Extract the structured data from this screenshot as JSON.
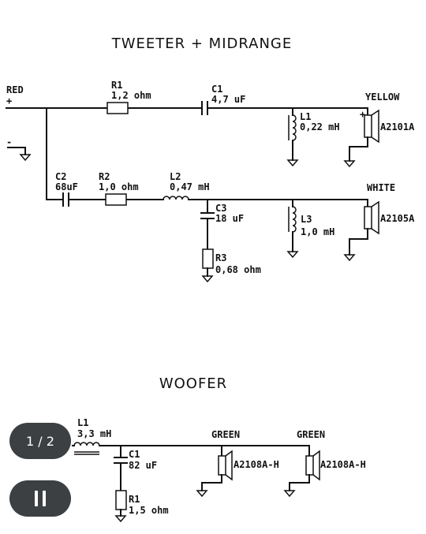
{
  "viewer": {
    "page_indicator": "1 / 2"
  },
  "tweeter": {
    "title": "TWEETER  +  MIDRANGE",
    "input_pos_label": "RED",
    "plus": "+",
    "minus": "-",
    "r1": {
      "name": "R1",
      "value": "1,2 ohm"
    },
    "c1": {
      "name": "C1",
      "value": "4,7 uF"
    },
    "l1": {
      "name": "L1",
      "value": "0,22 mH"
    },
    "tweeter_label": "YELLOW",
    "tweeter_model": "A2101A",
    "c2": {
      "name": "C2",
      "value": "68uF"
    },
    "r2": {
      "name": "R2",
      "value": "1,0 ohm"
    },
    "l2": {
      "name": "L2",
      "value": "0,47 mH"
    },
    "c3": {
      "name": "C3",
      "value": "18 uF"
    },
    "r3": {
      "name": "R3",
      "value": "0,68 ohm"
    },
    "l3": {
      "name": "L3",
      "value": "1,0 mH"
    },
    "mid_label": "WHITE",
    "mid_model": "A2105A"
  },
  "woofer": {
    "title": "WOOFER",
    "l1": {
      "name": "L1",
      "value": "3,3 mH"
    },
    "c1": {
      "name": "C1",
      "value": "82 uF"
    },
    "r1": {
      "name": "R1",
      "value": "1,5 ohm"
    },
    "woofer1_label": "GREEN",
    "woofer1_model": "A2108A-H",
    "woofer2_label": "GREEN",
    "woofer2_model": "A2108A-H"
  }
}
